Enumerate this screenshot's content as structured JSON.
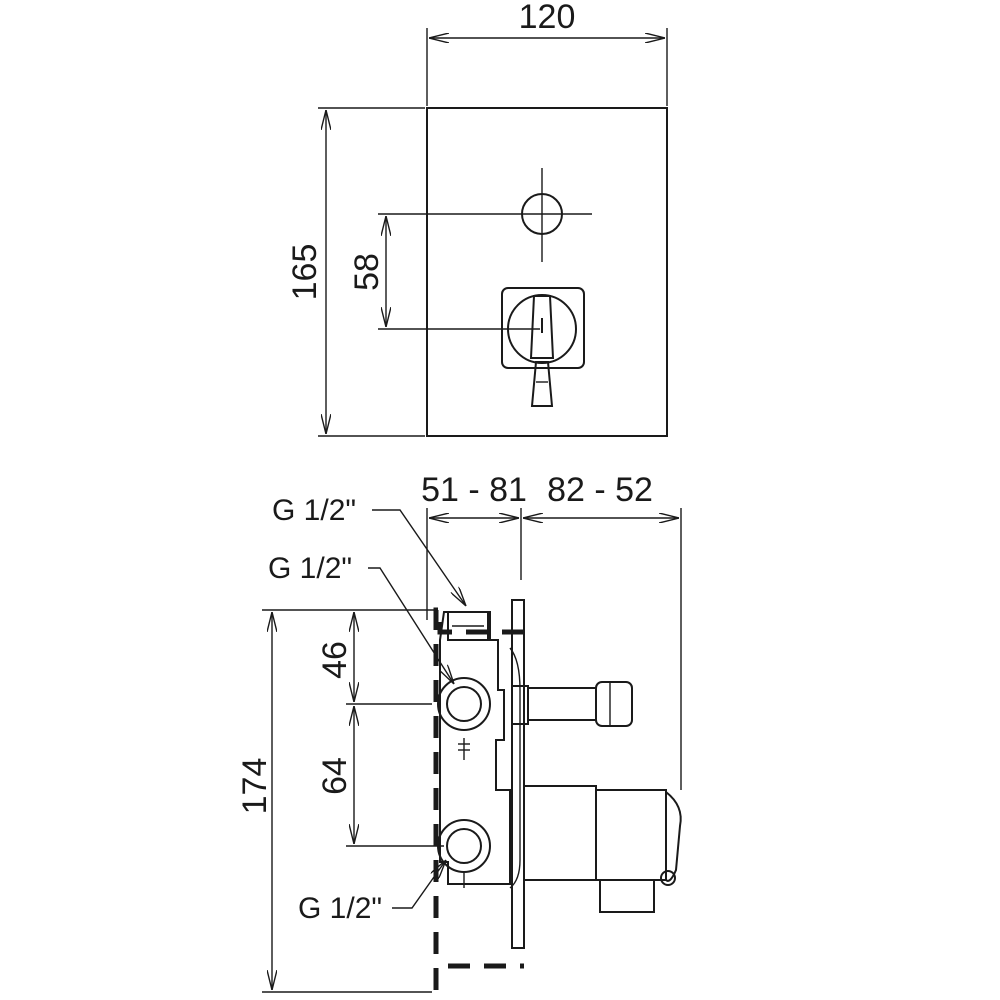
{
  "top_view": {
    "dim_width": "120",
    "dim_height": "165",
    "dim_spacing": "58"
  },
  "side_view": {
    "dim_depth_left": "51 - 81",
    "dim_depth_right": "82 - 52",
    "dim_total_height": "174",
    "dim_upper": "46",
    "dim_lower": "64",
    "connection_top": "G 1/2\"",
    "connection_middle": "G 1/2\"",
    "connection_bottom": "G 1/2\""
  }
}
